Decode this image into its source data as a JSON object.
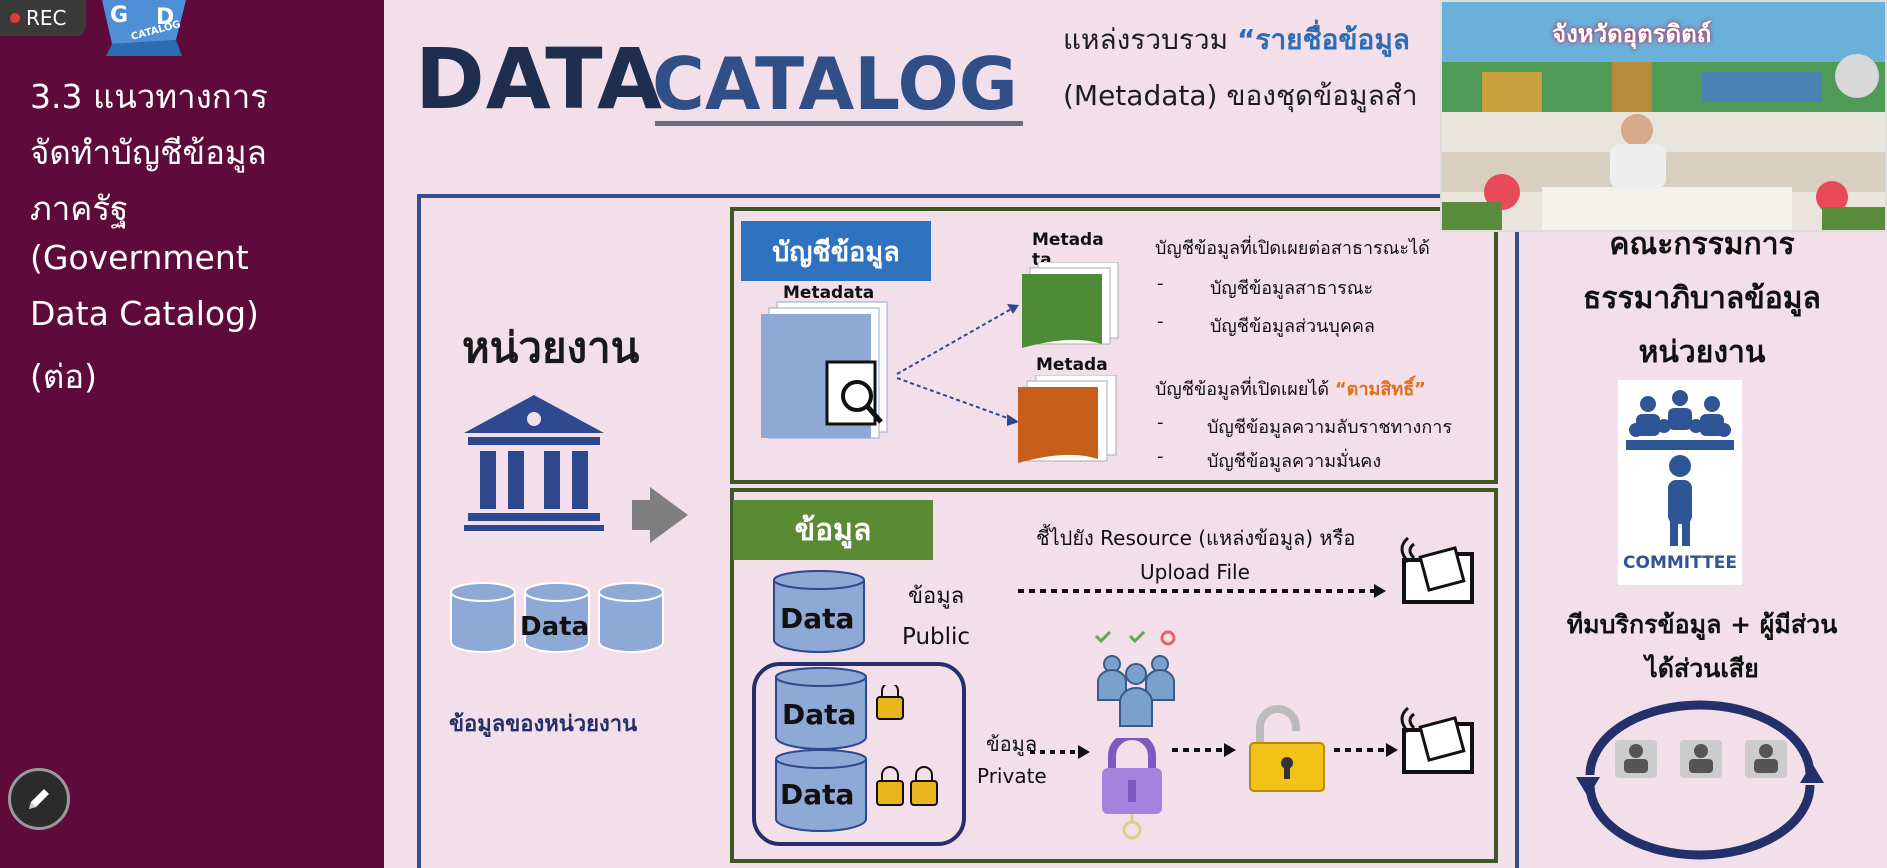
{
  "recording": {
    "label": "REC"
  },
  "sidebar": {
    "lines": [
      "3.3 แนวทางการ",
      "จัดทำบัญชีข้อมูล",
      "ภาครัฐ",
      "(Government",
      "Data Catalog)",
      "(ต่อ)"
    ]
  },
  "header": {
    "title_part1": "DATA",
    "title_part2": "CATALOG",
    "subtitle_line1_prefix": "แหล่งรวบรวม ",
    "subtitle_line1_highlight": "“รายชื่อข้อมูล",
    "subtitle_line2": "(Metadata) ของชุดข้อมูลสำ"
  },
  "agency": {
    "title": "หน่วยงาน",
    "db_label": "Data",
    "caption": "ข้อมูลของหน่วยงาน"
  },
  "catalog_panel": {
    "tag": "บัญชีข้อมูล",
    "metadata_label": "Metadata",
    "metadata_small_1": "Metada\nta",
    "metadata_small_2": "Metada\nta",
    "public_heading": "บัญชีข้อมูลที่เปิดเผยต่อสาธารณะได้",
    "public_items": [
      "บัญชีข้อมูลสาธารณะ",
      "บัญชีข้อมูลส่วนบุคคล"
    ],
    "restricted_heading_prefix": "บัญชีข้อมูลที่เปิดเผยได้ ",
    "restricted_heading_highlight": "“ตามสิทธิ์”",
    "restricted_items": [
      "บัญชีข้อมูลความลับราชทางการ",
      "บัญชีข้อมูลความมั่นคง"
    ],
    "dash": "-"
  },
  "data_panel": {
    "tag": "ข้อมูล",
    "resource_line1": "ชี้ไปยัง Resource (แหล่งข้อมูล) หรือ",
    "resource_line2": "Upload File",
    "db_label": "Data",
    "public_word": "ข้อมูล",
    "public_label": "Public",
    "private_word": "ข้อมูล",
    "private_label": "Private"
  },
  "committee": {
    "title_lines": [
      "คณะกรรมการ",
      "ธรรมาภิบาลข้อมูล",
      "หน่วยงาน"
    ],
    "icon_word": "COMMITTEE",
    "team_lines": [
      "ทีมบริกรข้อมูล + ผู้มีส่วน",
      "ได้ส่วนเสีย"
    ]
  },
  "webcam": {
    "label": "จังหวัดอุตรดิตถ์"
  },
  "colors": {
    "sidebar": "#5e0a3b",
    "slide_bg": "#f3dfe9",
    "title_dark": "#1f2d4f",
    "title_blue": "#2f4f86",
    "frame_blue": "#35508c",
    "panel_green": "#3e5a24",
    "tag_blue": "#2f72bf",
    "tag_green": "#5a8a34",
    "accent_orange": "#e0701c"
  }
}
